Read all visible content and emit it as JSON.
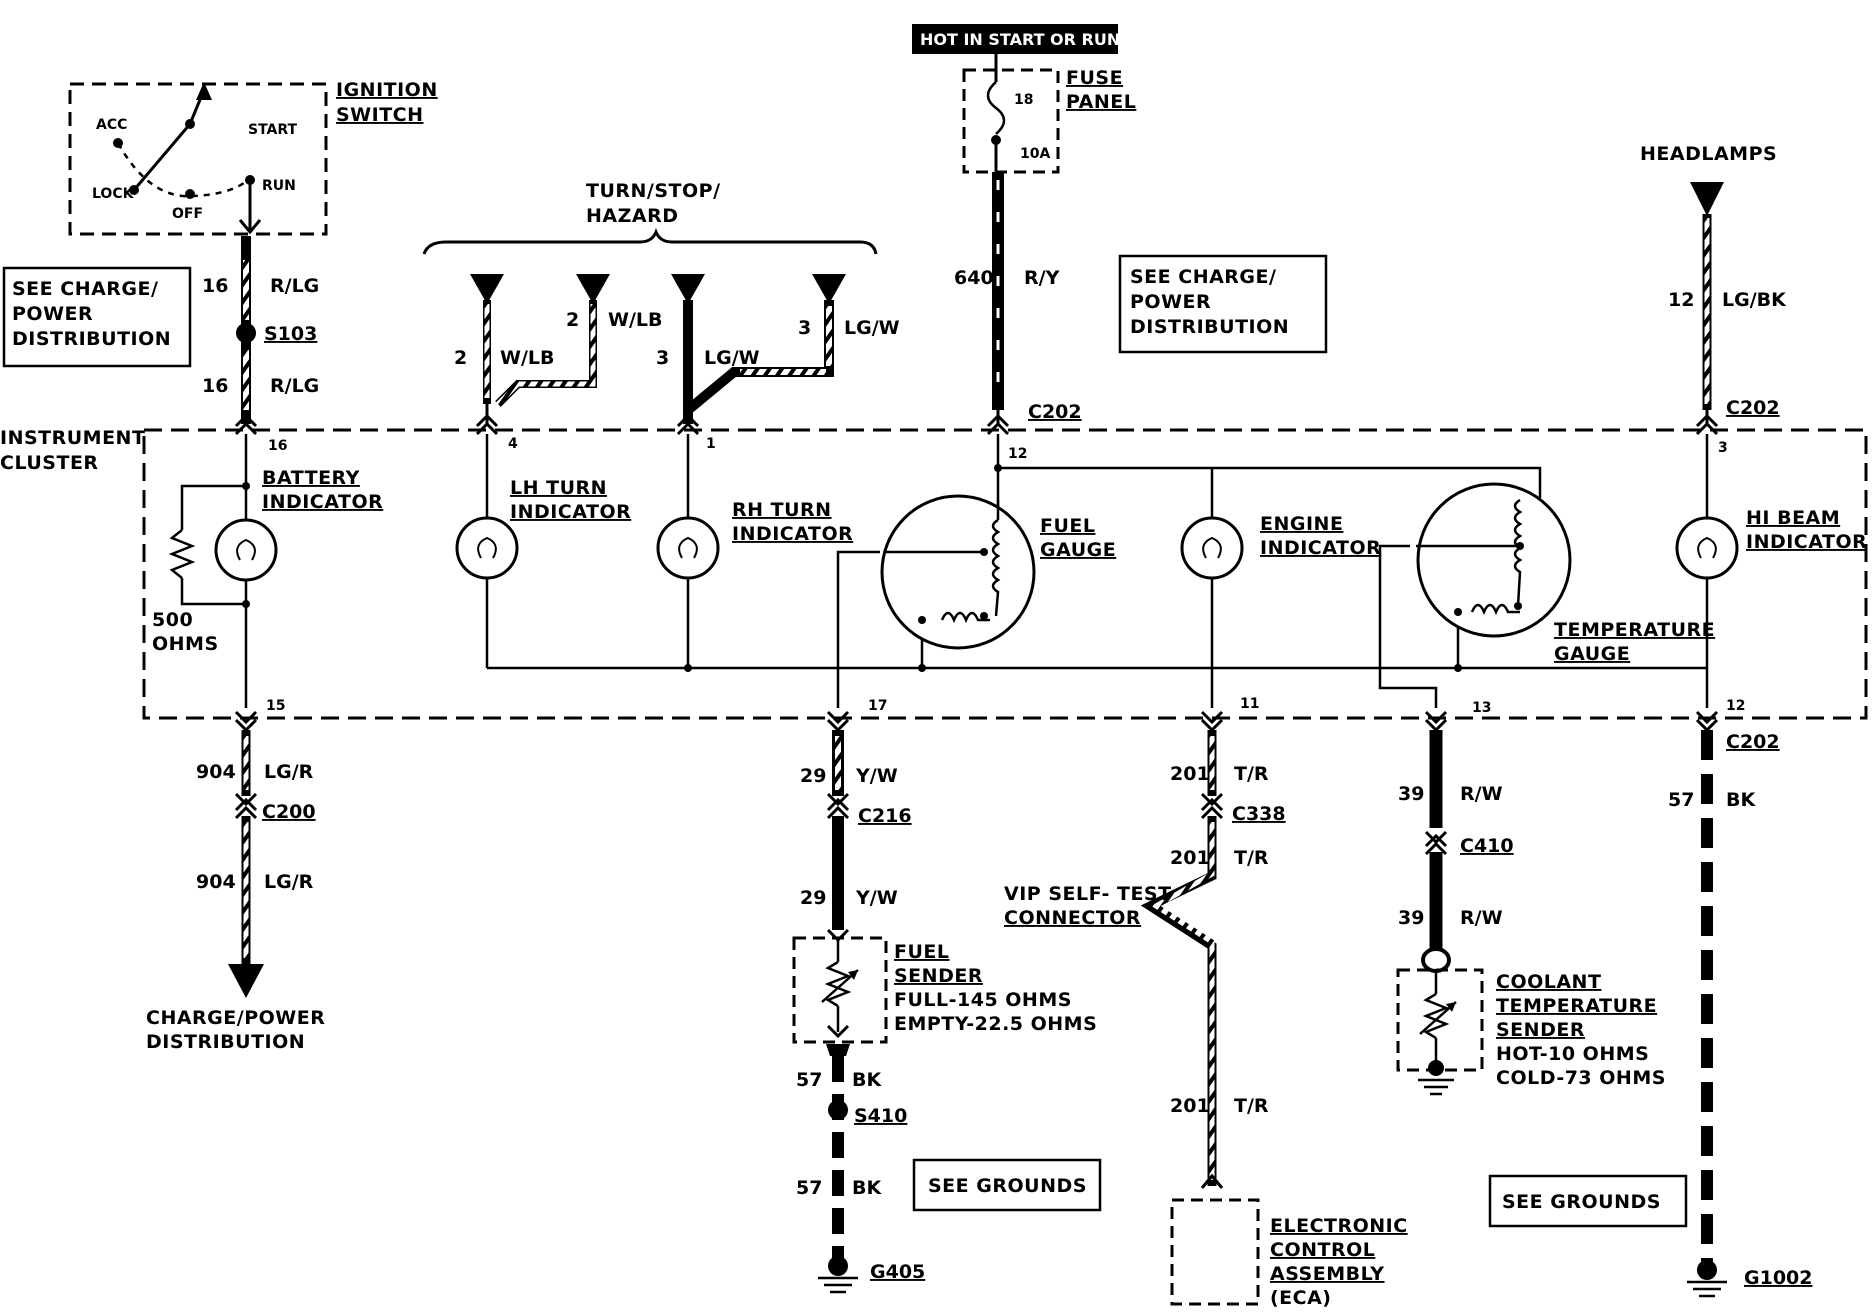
{
  "ignition": {
    "title1": "IGNITION",
    "title2": "SWITCH",
    "acc": "ACC",
    "start": "START",
    "lock": "LOCK",
    "run": "RUN",
    "off": "OFF"
  },
  "notes": {
    "see_charge_1": [
      "SEE CHARGE/",
      "POWER",
      "DISTRIBUTION"
    ],
    "see_charge_2": [
      "SEE CHARGE/",
      "POWER",
      "DISTRIBUTION"
    ],
    "see_grounds_1": "SEE GROUNDS",
    "see_grounds_2": "SEE GROUNDS"
  },
  "hot_label": "HOT IN START OR RUN",
  "fuse": {
    "title1": "FUSE",
    "title2": "PANEL",
    "number": "18",
    "rating": "10A"
  },
  "turn_header": {
    "line1": "TURN/STOP/",
    "line2": "HAZARD"
  },
  "headlamps": "HEADLAMPS",
  "cluster": {
    "title1": "INSTRUMENT",
    "title2": "CLUSTER"
  },
  "wires": {
    "ign_a": {
      "gauge": "16",
      "color": "R/LG"
    },
    "ign_b": {
      "gauge": "16",
      "color": "R/LG"
    },
    "lh_a": {
      "gauge": "2",
      "color": "W/LB"
    },
    "lh_b": {
      "gauge": "2",
      "color": "W/LB"
    },
    "rh_a": {
      "gauge": "3",
      "color": "LG/W"
    },
    "rh_b": {
      "gauge": "3",
      "color": "LG/W"
    },
    "fuse": {
      "gauge": "640",
      "color": "R/Y"
    },
    "hibeam": {
      "gauge": "12",
      "color": "LG/BK"
    },
    "batt_a": {
      "gauge": "904",
      "color": "LG/R"
    },
    "batt_b": {
      "gauge": "904",
      "color": "LG/R"
    },
    "fuel_a": {
      "gauge": "29",
      "color": "Y/W"
    },
    "fuel_b": {
      "gauge": "29",
      "color": "Y/W"
    },
    "fuel_gnd_a": {
      "gauge": "57",
      "color": "BK"
    },
    "fuel_gnd_b": {
      "gauge": "57",
      "color": "BK"
    },
    "eng_a": {
      "gauge": "201",
      "color": "T/R"
    },
    "eng_b": {
      "gauge": "201",
      "color": "T/R"
    },
    "eng_c": {
      "gauge": "201",
      "color": "T/R"
    },
    "temp_a": {
      "gauge": "39",
      "color": "R/W"
    },
    "temp_b": {
      "gauge": "39",
      "color": "R/W"
    },
    "hb_gnd": {
      "gauge": "57",
      "color": "BK"
    }
  },
  "connectors": {
    "s103": "S103",
    "c202_a": "C202",
    "c202_b": "C202",
    "c202_c": "C202",
    "c200": "C200",
    "c216": "C216",
    "c338": "C338",
    "c410": "C410",
    "s410": "S410",
    "g405": "G405",
    "g1002": "G1002"
  },
  "pins": {
    "top_16": "16",
    "top_4": "4",
    "top_1": "1",
    "top_12": "12",
    "top_3": "3",
    "bot_15": "15",
    "bot_17": "17",
    "bot_11": "11",
    "bot_13": "13",
    "bot_12": "12"
  },
  "components": {
    "battery": [
      "BATTERY",
      "INDICATOR"
    ],
    "resistor": [
      "500",
      "OHMS"
    ],
    "lh_turn": [
      "LH TURN",
      "INDICATOR"
    ],
    "rh_turn": [
      "RH TURN",
      "INDICATOR"
    ],
    "fuel_gauge": [
      "FUEL",
      "GAUGE"
    ],
    "engine": [
      "ENGINE",
      "INDICATOR"
    ],
    "temp_gauge": [
      "TEMPERATURE",
      "GAUGE"
    ],
    "hi_beam": [
      "HI BEAM",
      "INDICATOR"
    ]
  },
  "bottom": {
    "charge_power": [
      "CHARGE/POWER",
      "DISTRIBUTION"
    ],
    "fuel_sender": [
      "FUEL",
      "SENDER",
      "FULL-145 OHMS",
      "EMPTY-22.5 OHMS"
    ],
    "vip": [
      "VIP SELF- TEST",
      "CONNECTOR"
    ],
    "ecu": [
      "ELECTRONIC",
      "CONTROL",
      "ASSEMBLY",
      "(ECA)"
    ],
    "coolant": [
      "COOLANT",
      "TEMPERATURE",
      "SENDER",
      "HOT-10 OHMS",
      "COLD-73 OHMS"
    ]
  }
}
